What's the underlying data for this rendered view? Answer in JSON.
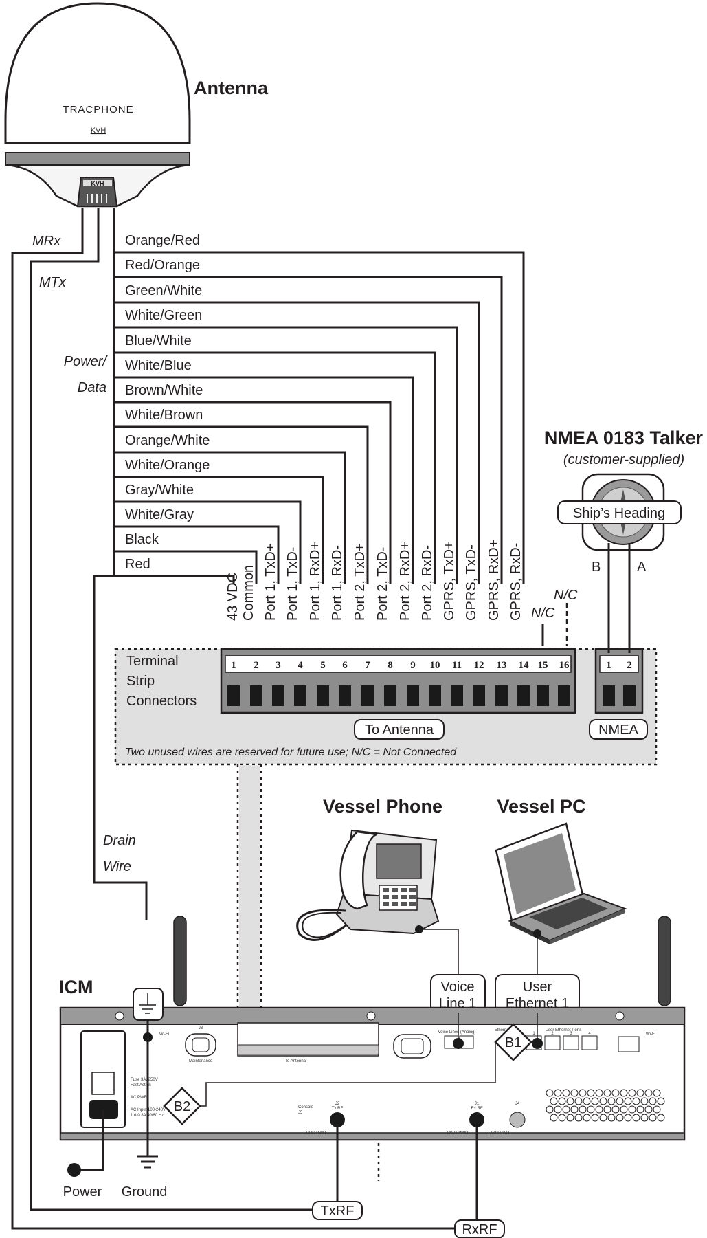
{
  "antenna": {
    "title": "Antenna",
    "brand": "TRACPHONE",
    "maker": "KVH"
  },
  "cable_labels": {
    "mrx": "MRx",
    "mtx": "MTx",
    "power_data_1": "Power/",
    "power_data_2": "Data",
    "drain_1": "Drain",
    "drain_2": "Wire"
  },
  "wires": [
    "Orange/Red",
    "Red/Orange",
    "Green/White",
    "White/Green",
    "Blue/White",
    "White/Blue",
    "Brown/White",
    "White/Brown",
    "Orange/White",
    "White/Orange",
    "Gray/White",
    "White/Gray",
    "Black",
    "Red"
  ],
  "terminals": {
    "pin_labels": [
      "43 VDC",
      "Common",
      "Port 1, TxD+",
      "Port 1, TxD-",
      "Port 1, RxD+",
      "Port 1, RxD-",
      "Port 2, TxD+",
      "Port 2, TxD-",
      "Port 2, RxD+",
      "Port 2, RxD-",
      "GPRS, TxD+",
      "GPRS, TxD-",
      "GPRS, RxD+",
      "GPRS, RxD-"
    ],
    "numbers": [
      "1",
      "2",
      "3",
      "4",
      "5",
      "6",
      "7",
      "8",
      "9",
      "10",
      "11",
      "12",
      "13",
      "14",
      "15",
      "16"
    ],
    "nc_label": "N/C",
    "strip_title": [
      "Terminal",
      "Strip",
      "Connectors"
    ],
    "to_antenna": "To Antenna",
    "nmea_label": "NMEA",
    "nmea_numbers": [
      "1",
      "2"
    ],
    "footnote": "Two unused wires are reserved for future use; N/C = Not Connected"
  },
  "nmea": {
    "title": "NMEA 0183 Talker",
    "subtitle": "(customer-supplied)",
    "device": "Ship’s Heading",
    "wire_b": "B",
    "wire_a": "A"
  },
  "devices": {
    "phone": "Vessel Phone",
    "pc": "Vessel PC",
    "voice_1": "Voice",
    "voice_2": "Line 1",
    "user_1": "User",
    "user_2": "Ethernet 1"
  },
  "icm": {
    "title": "ICM",
    "b1": "B1",
    "b2": "B2",
    "power": "Power",
    "ground": "Ground",
    "txrf": "TxRF",
    "rxrf": "RxRF",
    "panel": {
      "wifi": "Wi-Fi",
      "maintenance": "Maintenance",
      "j3": "J3",
      "fuse": "Fuse 3A, 250V",
      "fast": "Fast Action",
      "ac_pwr": "AC PWR",
      "ac_input": "AC Input 100-240V,",
      "ac_rating": "1.6-0.8A 50/60 Hz",
      "console": "Console",
      "j5": "J5",
      "voice_lines": "Voice Lines (Analog)",
      "ethernet": "Ethernet",
      "user_ports": "User Ethernet Ports",
      "j2": "J2",
      "tx_rf": "Tx RF",
      "j1": "J1",
      "rx_rf": "Rx RF",
      "j4": "J4",
      "buc_pwr": "BUC PWR",
      "lnb1_pwr": "LNB1 PWR",
      "lnb2_pwr": "LNB2 PWR",
      "to_antenna": "To Antenna",
      "port_1": "1",
      "port_2": "2",
      "port_3": "3",
      "port_4": "4"
    }
  }
}
